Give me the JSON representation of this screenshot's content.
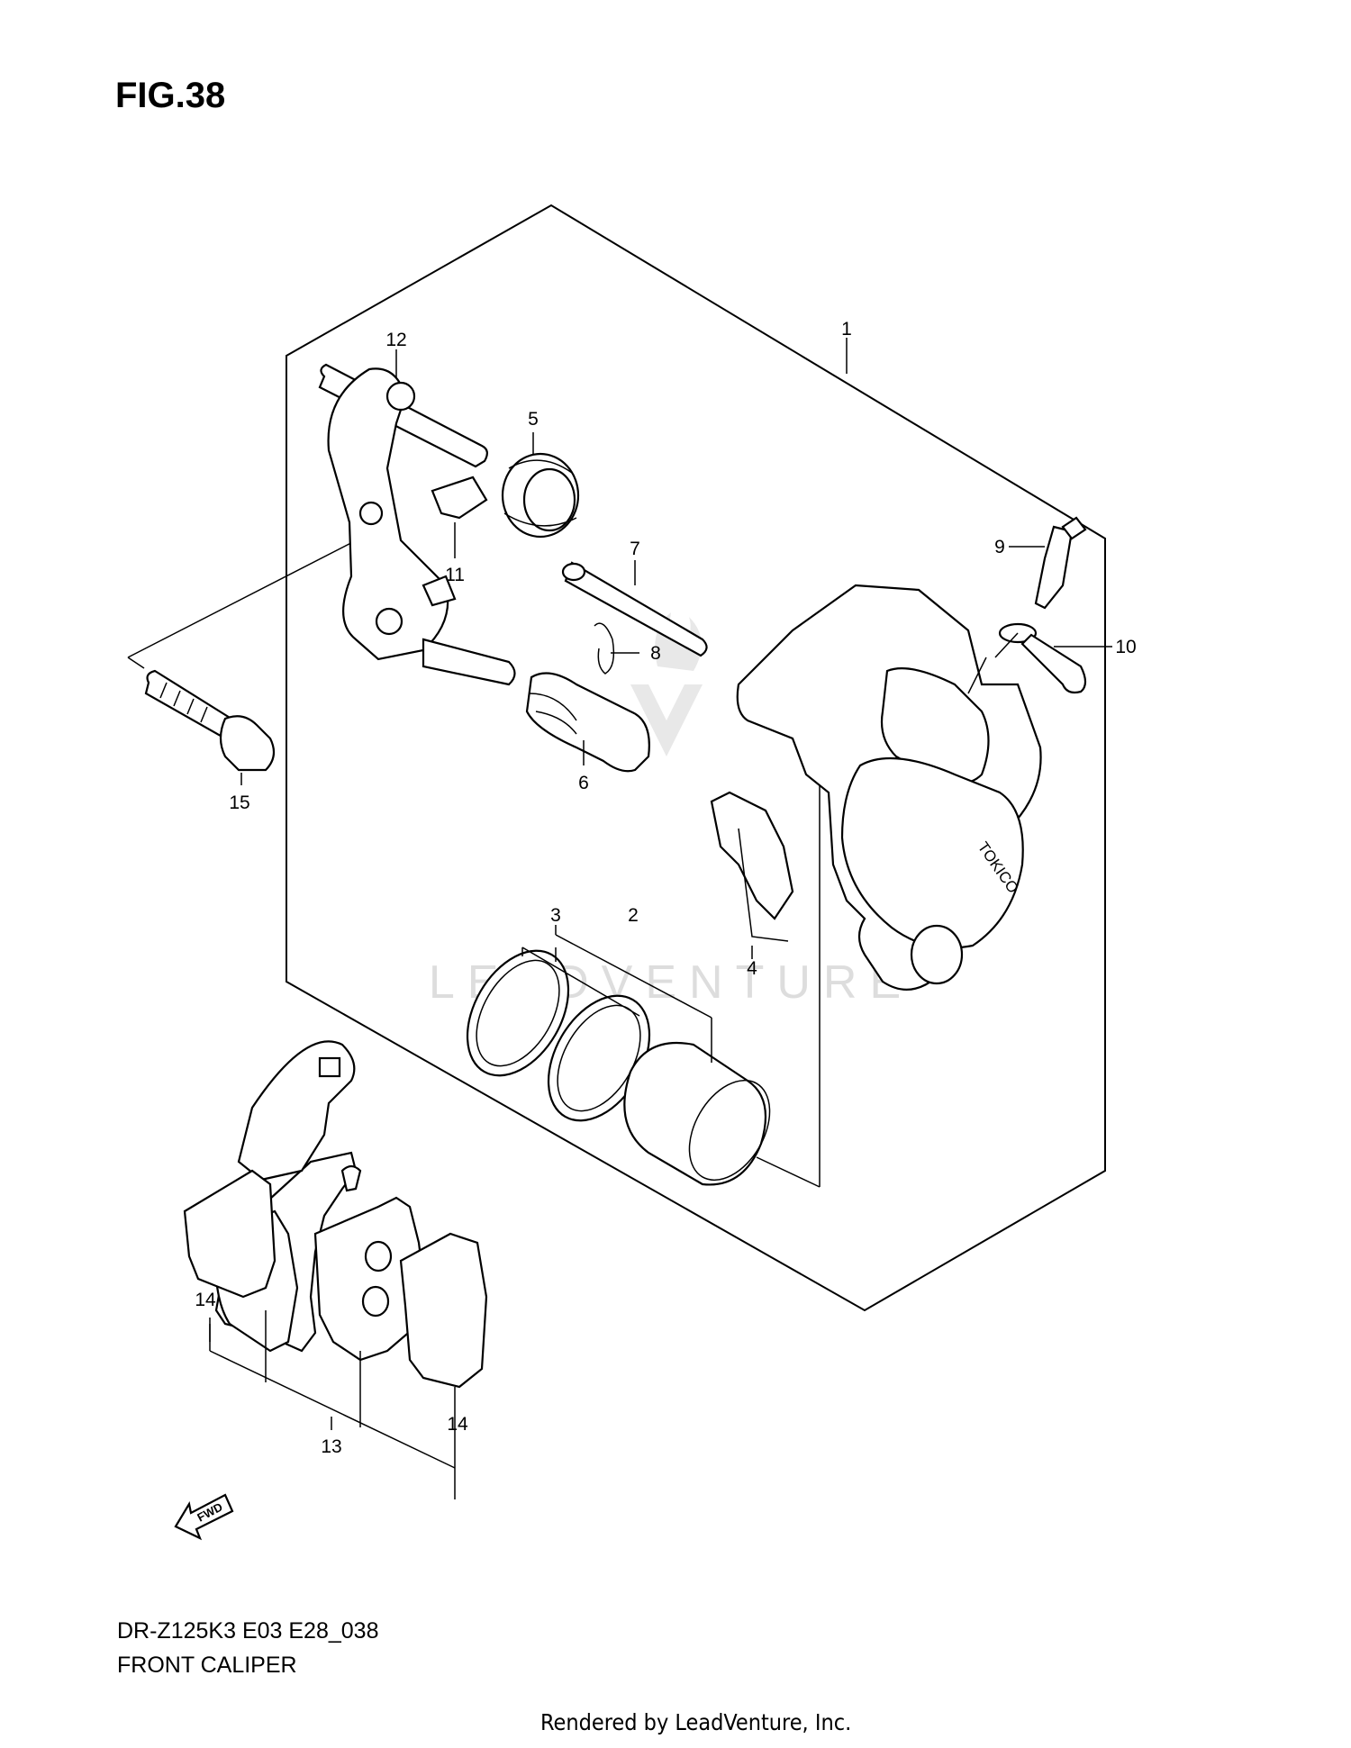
{
  "figure": {
    "title": "FIG.38",
    "model_code": "DR-Z125K3 E03 E28_038",
    "caption": "FRONT CALIPER",
    "footer": "Rendered by LeadVenture, Inc.",
    "watermark": "LEADVENTURE"
  },
  "callouts": [
    {
      "id": "c1",
      "label": "1"
    },
    {
      "id": "c2",
      "label": "2"
    },
    {
      "id": "c3",
      "label": "3"
    },
    {
      "id": "c4",
      "label": "4"
    },
    {
      "id": "c5",
      "label": "5"
    },
    {
      "id": "c6",
      "label": "6"
    },
    {
      "id": "c7",
      "label": "7"
    },
    {
      "id": "c8",
      "label": "8"
    },
    {
      "id": "c9",
      "label": "9"
    },
    {
      "id": "c10",
      "label": "10"
    },
    {
      "id": "c11",
      "label": "11"
    },
    {
      "id": "c12",
      "label": "12"
    },
    {
      "id": "c13",
      "label": "13"
    },
    {
      "id": "c14a",
      "label": "14"
    },
    {
      "id": "c14b",
      "label": "14"
    },
    {
      "id": "c15",
      "label": "15"
    }
  ],
  "caliper_brand": "TOKICO",
  "fwd_label": "FWD"
}
